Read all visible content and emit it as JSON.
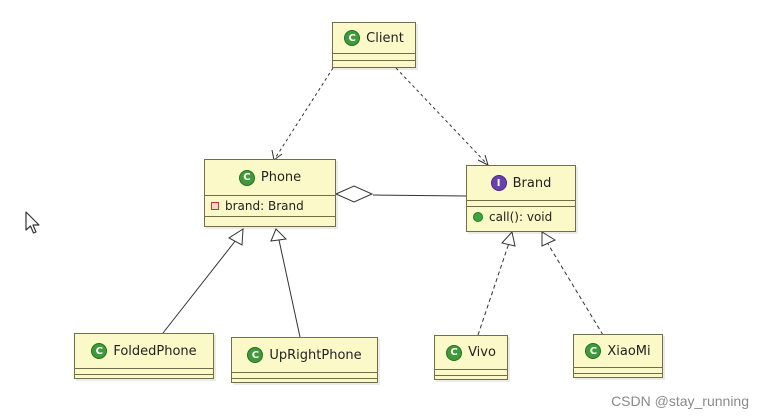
{
  "diagram": {
    "type": "uml-class-diagram",
    "classes": {
      "client": {
        "name": "Client",
        "kind": "class",
        "badge": "C"
      },
      "phone": {
        "name": "Phone",
        "kind": "class",
        "badge": "C",
        "field": "brand: Brand"
      },
      "brand": {
        "name": "Brand",
        "kind": "interface",
        "badge": "I",
        "method": "call(): void"
      },
      "folded": {
        "name": "FoldedPhone",
        "kind": "class",
        "badge": "C"
      },
      "upright": {
        "name": "UpRightPhone",
        "kind": "class",
        "badge": "C"
      },
      "vivo": {
        "name": "Vivo",
        "kind": "class",
        "badge": "C"
      },
      "xiaomi": {
        "name": "XiaoMi",
        "kind": "class",
        "badge": "C"
      }
    },
    "relations": [
      {
        "from": "Client",
        "to": "Phone",
        "type": "dependency"
      },
      {
        "from": "Client",
        "to": "Brand",
        "type": "dependency"
      },
      {
        "from": "Phone",
        "to": "Brand",
        "type": "aggregation"
      },
      {
        "from": "FoldedPhone",
        "to": "Phone",
        "type": "generalization"
      },
      {
        "from": "UpRightPhone",
        "to": "Phone",
        "type": "generalization"
      },
      {
        "from": "Vivo",
        "to": "Brand",
        "type": "realization"
      },
      {
        "from": "XiaoMi",
        "to": "Brand",
        "type": "realization"
      }
    ]
  },
  "watermark": "CSDN @stay_running",
  "colors": {
    "box_fill": "#fbf9c8",
    "box_border": "#6f6f4a",
    "class_badge": "#3f9a3a",
    "interface_badge": "#6a3fb0"
  }
}
